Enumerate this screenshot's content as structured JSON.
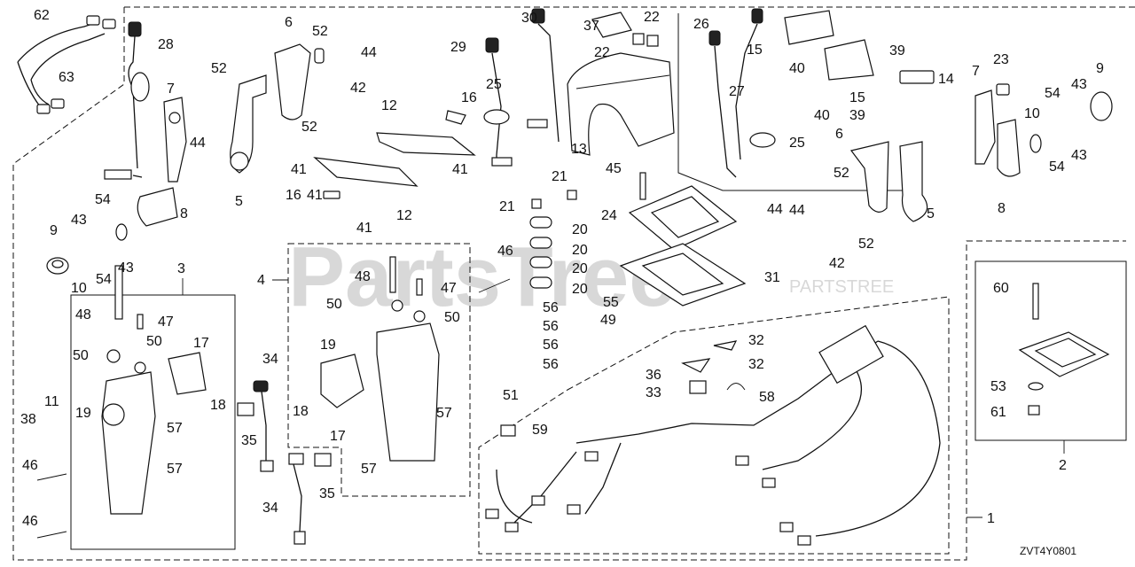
{
  "watermark": {
    "brand": "PartsTree",
    "sub": "PARTSTREE"
  },
  "diagram_code": "ZVT4Y0801",
  "group_labels": [
    "1",
    "2",
    "3",
    "4"
  ],
  "callouts": [
    "62",
    "63",
    "28",
    "7",
    "52",
    "44",
    "6",
    "52",
    "44",
    "42",
    "52",
    "5",
    "8",
    "9",
    "43",
    "54",
    "10",
    "43",
    "54",
    "41",
    "12",
    "16",
    "41",
    "12",
    "16",
    "41",
    "41",
    "29",
    "30",
    "37",
    "22",
    "22",
    "25",
    "13",
    "26",
    "27",
    "15",
    "15",
    "40",
    "40",
    "39",
    "39",
    "14",
    "23",
    "7",
    "9",
    "10",
    "54",
    "43",
    "43",
    "54",
    "25",
    "21",
    "21",
    "20",
    "20",
    "20",
    "20",
    "45",
    "24",
    "6",
    "52",
    "44",
    "5",
    "8",
    "52",
    "42",
    "44",
    "48",
    "47",
    "50",
    "50",
    "17",
    "18",
    "19",
    "57",
    "57",
    "11",
    "38",
    "46",
    "46",
    "48",
    "47",
    "50",
    "50",
    "19",
    "18",
    "17",
    "57",
    "57",
    "34",
    "35",
    "34",
    "35",
    "46",
    "55",
    "49",
    "56",
    "56",
    "56",
    "56",
    "51",
    "59",
    "31",
    "32",
    "32",
    "36",
    "33",
    "58",
    "60",
    "53",
    "61"
  ]
}
